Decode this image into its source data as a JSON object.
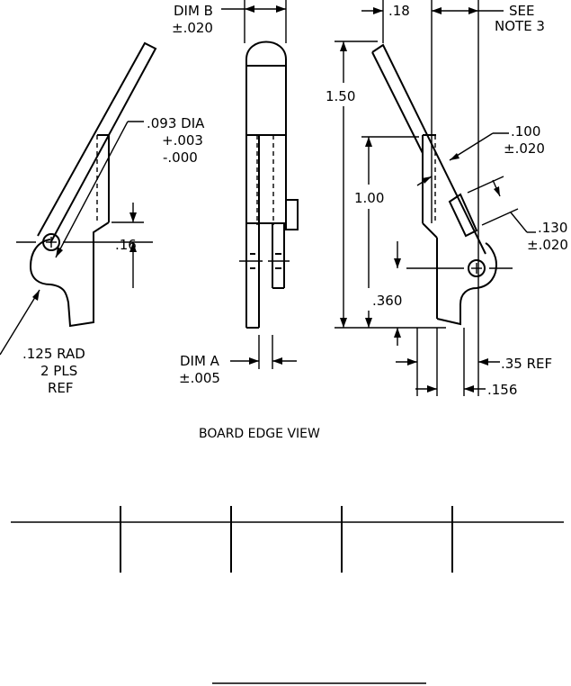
{
  "labels": {
    "dim_b": "DIM B",
    "dim_b_tol": "±.020",
    "dim_018": ".18",
    "see": "SEE",
    "note3": "NOTE 3",
    "dia": ".093 DIA",
    "dia_tol_plus": "+.003",
    "dia_tol_minus": "-.000",
    "d150": "1.50",
    "d100": "1.00",
    "d100b": ".100",
    "d100b_tol": "±.020",
    "d130": ".130",
    "d130_tol": "±.020",
    "d016": ".16",
    "d360": ".360",
    "rad": ".125 RAD",
    "pls": "2 PLS",
    "ref": "REF",
    "dim_a": "DIM A",
    "dim_a_tol": "±.005",
    "d035": ".35 REF",
    "d0156": ".156",
    "caption": "BOARD EDGE VIEW"
  }
}
